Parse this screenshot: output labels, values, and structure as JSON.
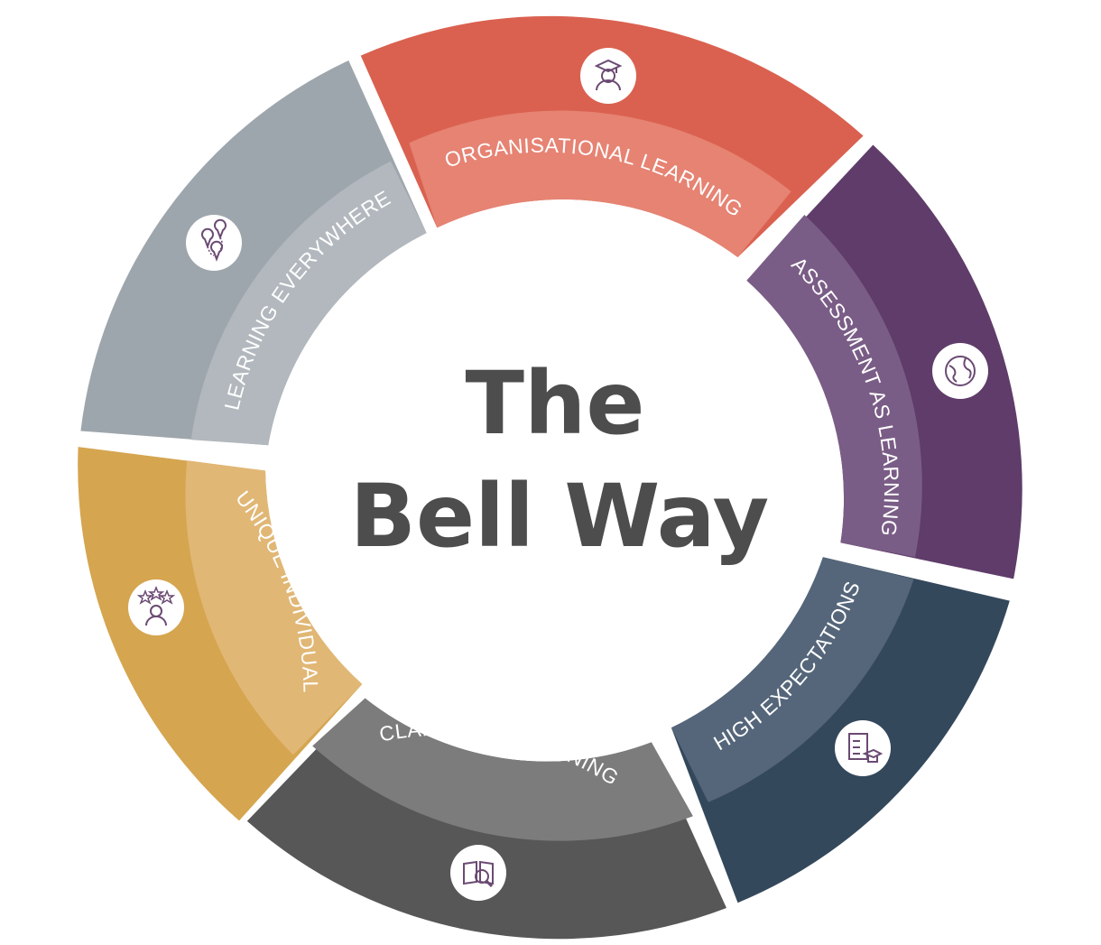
{
  "title": {
    "line1": "The",
    "line2": "Bell Way"
  },
  "segments": [
    {
      "id": "organisational",
      "label": "ORGANISATIONAL LEARNING",
      "outer_color": "#da6150",
      "inner_color": "#e68373",
      "icon": "graduate-icon"
    },
    {
      "id": "assessment",
      "label": "ASSESSMENT AS LEARNING",
      "outer_color": "#5f3c69",
      "inner_color": "#7a5d86",
      "icon": "globe-icon"
    },
    {
      "id": "high-expectations",
      "label": "HIGH EXPECTATIONS",
      "outer_color": "#34485c",
      "inner_color": "#55667a",
      "icon": "checklist-graduate-icon"
    },
    {
      "id": "clarity",
      "label": "CLARITY OF LEARNING",
      "outer_color": "#575757",
      "inner_color": "#7c7c7c",
      "icon": "book-magnifier-icon"
    },
    {
      "id": "unique-individual",
      "label": "UNIQUE INDIVIDUAL",
      "outer_color": "#d5a550",
      "inner_color": "#e1b775",
      "icon": "person-stars-icon"
    },
    {
      "id": "learning-everywhere",
      "label": "LEARNING EVERYWHERE",
      "outer_color": "#9ea6ad",
      "inner_color": "#b2b8bd",
      "icon": "map-pins-icon"
    }
  ]
}
